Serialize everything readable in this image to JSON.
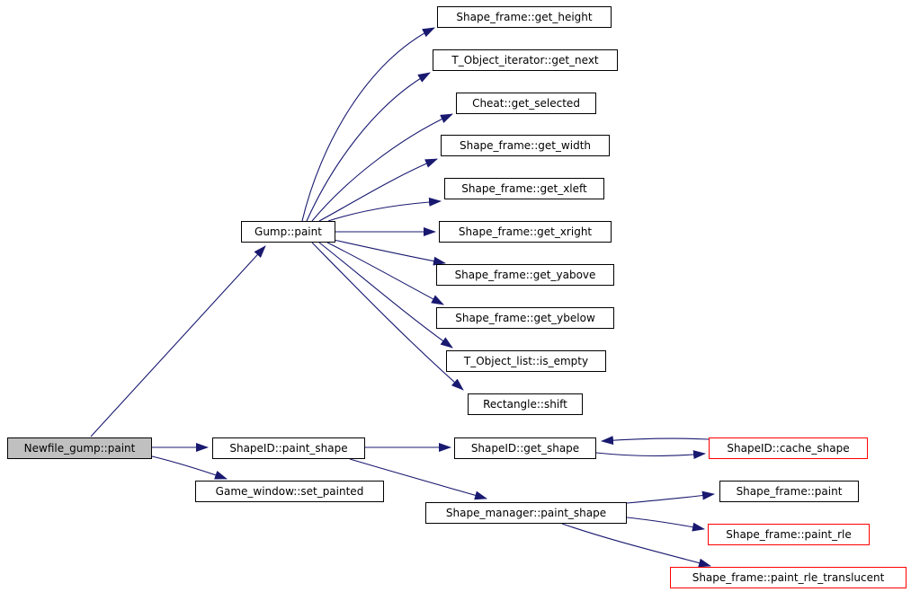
{
  "diagram": {
    "type": "call-graph",
    "colors": {
      "edge": "#191970",
      "node_border": "#000000",
      "node_fill": "#ffffff",
      "highlight_fill": "#c0c0c0",
      "truncated_border": "#ff0000",
      "text": "#000000",
      "background": "#ffffff"
    },
    "nodes": [
      {
        "id": "newfile_gump_paint",
        "label": "Newfile_gump::paint",
        "style": "highlighted"
      },
      {
        "id": "gump_paint",
        "label": "Gump::paint",
        "style": "normal"
      },
      {
        "id": "shape_frame_get_height",
        "label": "Shape_frame::get_height",
        "style": "normal"
      },
      {
        "id": "t_object_iterator_get_next",
        "label": "T_Object_iterator::get_next",
        "style": "normal"
      },
      {
        "id": "cheat_get_selected",
        "label": "Cheat::get_selected",
        "style": "normal"
      },
      {
        "id": "shape_frame_get_width",
        "label": "Shape_frame::get_width",
        "style": "normal"
      },
      {
        "id": "shape_frame_get_xleft",
        "label": "Shape_frame::get_xleft",
        "style": "normal"
      },
      {
        "id": "shape_frame_get_xright",
        "label": "Shape_frame::get_xright",
        "style": "normal"
      },
      {
        "id": "shape_frame_get_yabove",
        "label": "Shape_frame::get_yabove",
        "style": "normal"
      },
      {
        "id": "shape_frame_get_ybelow",
        "label": "Shape_frame::get_ybelow",
        "style": "normal"
      },
      {
        "id": "t_object_list_is_empty",
        "label": "T_Object_list::is_empty",
        "style": "normal"
      },
      {
        "id": "rectangle_shift",
        "label": "Rectangle::shift",
        "style": "normal"
      },
      {
        "id": "shapeid_paint_shape",
        "label": "ShapeID::paint_shape",
        "style": "normal"
      },
      {
        "id": "game_window_set_painted",
        "label": "Game_window::set_painted",
        "style": "normal"
      },
      {
        "id": "shapeid_get_shape",
        "label": "ShapeID::get_shape",
        "style": "normal"
      },
      {
        "id": "shapeid_cache_shape",
        "label": "ShapeID::cache_shape",
        "style": "truncated"
      },
      {
        "id": "shape_manager_paint_shape",
        "label": "Shape_manager::paint_shape",
        "style": "normal"
      },
      {
        "id": "shape_frame_paint",
        "label": "Shape_frame::paint",
        "style": "normal"
      },
      {
        "id": "shape_frame_paint_rle",
        "label": "Shape_frame::paint_rle",
        "style": "truncated"
      },
      {
        "id": "shape_frame_paint_rle_translucent",
        "label": "Shape_frame::paint_rle_translucent",
        "style": "truncated"
      }
    ],
    "edges": [
      {
        "from": "newfile_gump_paint",
        "to": "gump_paint"
      },
      {
        "from": "newfile_gump_paint",
        "to": "shapeid_paint_shape"
      },
      {
        "from": "newfile_gump_paint",
        "to": "game_window_set_painted"
      },
      {
        "from": "gump_paint",
        "to": "shape_frame_get_height"
      },
      {
        "from": "gump_paint",
        "to": "t_object_iterator_get_next"
      },
      {
        "from": "gump_paint",
        "to": "cheat_get_selected"
      },
      {
        "from": "gump_paint",
        "to": "shape_frame_get_width"
      },
      {
        "from": "gump_paint",
        "to": "shape_frame_get_xleft"
      },
      {
        "from": "gump_paint",
        "to": "shape_frame_get_xright"
      },
      {
        "from": "gump_paint",
        "to": "shape_frame_get_yabove"
      },
      {
        "from": "gump_paint",
        "to": "shape_frame_get_ybelow"
      },
      {
        "from": "gump_paint",
        "to": "t_object_list_is_empty"
      },
      {
        "from": "gump_paint",
        "to": "rectangle_shift"
      },
      {
        "from": "shapeid_paint_shape",
        "to": "shapeid_get_shape"
      },
      {
        "from": "shapeid_paint_shape",
        "to": "shape_manager_paint_shape"
      },
      {
        "from": "shapeid_get_shape",
        "to": "shapeid_cache_shape"
      },
      {
        "from": "shapeid_cache_shape",
        "to": "shapeid_get_shape"
      },
      {
        "from": "shape_manager_paint_shape",
        "to": "shape_frame_paint"
      },
      {
        "from": "shape_manager_paint_shape",
        "to": "shape_frame_paint_rle"
      },
      {
        "from": "shape_manager_paint_shape",
        "to": "shape_frame_paint_rle_translucent"
      }
    ]
  }
}
